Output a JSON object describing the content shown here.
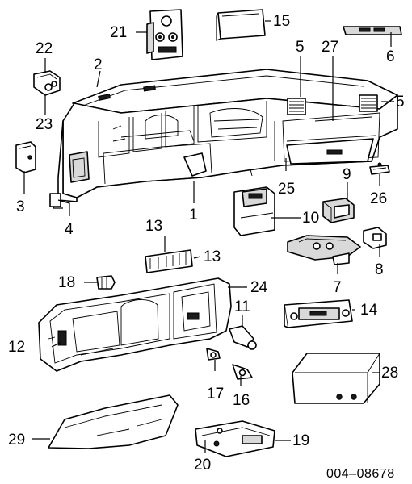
{
  "callouts": {
    "c1": "1",
    "c2": "2",
    "c3": "3",
    "c4": "4",
    "c5a": "5",
    "c5b": "5",
    "c6": "6",
    "c7": "7",
    "c8": "8",
    "c9": "9",
    "c10": "10",
    "c11": "11",
    "c12": "12",
    "c13a": "13",
    "c13b": "13",
    "c14": "14",
    "c15": "15",
    "c16": "16",
    "c17": "17",
    "c18": "18",
    "c19": "19",
    "c20": "20",
    "c21": "21",
    "c22": "22",
    "c23": "23",
    "c24": "24",
    "c25": "25",
    "c26": "26",
    "c27": "27",
    "c28": "28",
    "c29": "29"
  },
  "document_number": "004–08678"
}
